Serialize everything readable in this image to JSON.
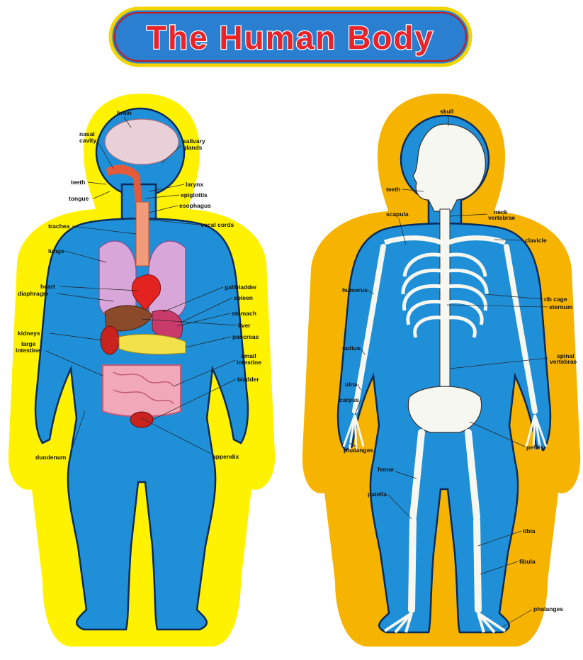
{
  "title": "The Human Body",
  "colors": {
    "banner_blue": "#2b7fd0",
    "banner_border": "#f4d400",
    "title_red": "#e8232a",
    "organs_bg": "#fff200",
    "skeleton_bg": "#f6b400",
    "body_blue": "#1f8fd8",
    "outline": "#0a2a5a",
    "bone": "#f7f7f2"
  },
  "organs_panel": {
    "labels": {
      "brain": "brain",
      "nasal_cavity": "nasal\ncavity",
      "salivary_glands": "salivary\nglands",
      "teeth": "teeth",
      "tongue": "tongue",
      "larynx": "larynx",
      "epiglottis": "epiglottis",
      "esophagus": "esophagus",
      "vocal_cords": "vocal cords",
      "trachea": "trachea",
      "lungs": "lungs",
      "heart": "heart",
      "diaphragm": "diaphragm",
      "gallbladder": "gallbladder",
      "spleen": "spleen",
      "stomach": "stomach",
      "liver": "liver",
      "kidneys": "kidneys",
      "large_intestine": "large\nintestine",
      "pancreas": "pancreas",
      "small_intestine": "small\nintestine",
      "bladder": "bladder",
      "duodenum": "duodenum",
      "appendix": "appendix"
    }
  },
  "skeleton_panel": {
    "labels": {
      "skull": "skull",
      "teeth": "teeth",
      "neck_vertebrae": "neck\nvertebrae",
      "scapula": "scapula",
      "clavicle": "clavicle",
      "humerus": "humerus",
      "rib_cage": "rib cage",
      "sternum": "sternum",
      "radius": "radius",
      "spinal_vertebrae": "spinal\nvertebrae",
      "ulna": "ulna",
      "carpus": "carpus",
      "phalanges_hand": "phalanges",
      "pelvis": "pelvis",
      "femur": "femur",
      "patella": "patella",
      "tibia": "tibia",
      "fibula": "fibula",
      "phalanges_foot": "phalanges"
    }
  }
}
